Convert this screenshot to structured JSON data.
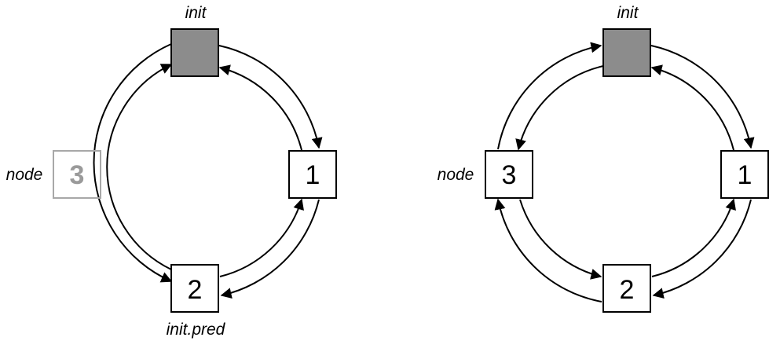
{
  "left_ring": {
    "init_label": "init",
    "node_label": "node",
    "pred_label": "init.pred",
    "nodes": [
      {
        "id": "init",
        "label": ""
      },
      {
        "id": "n1",
        "label": "1"
      },
      {
        "id": "n2",
        "label": "2"
      },
      {
        "id": "n3",
        "label": "3"
      }
    ]
  },
  "right_ring": {
    "init_label": "init",
    "node_label": "node",
    "nodes": [
      {
        "id": "init",
        "label": ""
      },
      {
        "id": "n1",
        "label": "1"
      },
      {
        "id": "n2",
        "label": "2"
      },
      {
        "id": "n3",
        "label": "3"
      }
    ]
  },
  "colors": {
    "init_fill": "#8c8c8c",
    "ghost": "#a8a8a8",
    "stroke": "#000000"
  }
}
